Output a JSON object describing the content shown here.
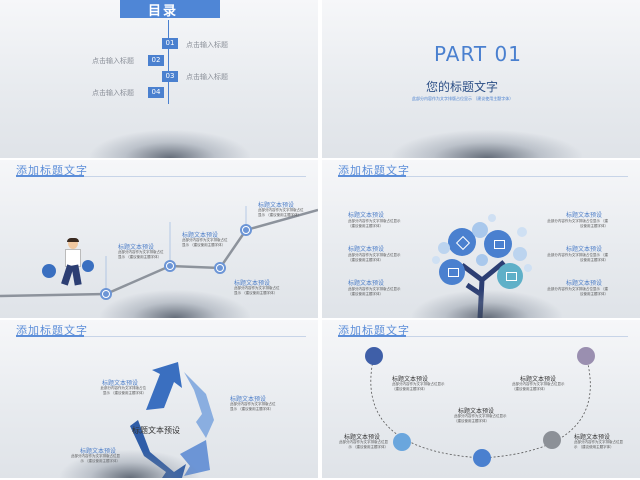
{
  "slide1": {
    "title": "目录",
    "items": [
      {
        "num": "01",
        "label": "点击输入标题"
      },
      {
        "num": "02",
        "label": "点击输入标题"
      },
      {
        "num": "03",
        "label": "点击输入标题"
      },
      {
        "num": "04",
        "label": "点击输入标题"
      }
    ]
  },
  "slide2": {
    "part": "PART 01",
    "heading": "您的标题文字",
    "desc": "此部分内容作为文字排版占位显示 （建议使用主题字体）"
  },
  "slide3": {
    "title": "添加标题文字",
    "points": [
      {
        "label": "标题文本预设",
        "desc": "此部分内容作为文字排版占位显示 （建议使用主题字体）"
      },
      {
        "label": "标题文本预设",
        "desc": "此部分内容作为文字排版占位显示 （建议使用主题字体）"
      },
      {
        "label": "标题文本预设",
        "desc": "此部分内容作为文字排版占位显示 （建议使用主题字体）"
      },
      {
        "label": "标题文本预设",
        "desc": "此部分内容作为文字排版占位显示 （建议使用主题字体）"
      }
    ]
  },
  "slide4": {
    "title": "添加标题文字",
    "left": [
      {
        "label": "标题文本预设",
        "desc": "此部分内容作为文字排版占位显示 （建议使用主题字体）"
      },
      {
        "label": "标题文本预设",
        "desc": "此部分内容作为文字排版占位显示 （建议使用主题字体）"
      },
      {
        "label": "标题文本预设",
        "desc": "此部分内容作为文字排版占位显示 （建议使用主题字体）"
      }
    ],
    "right": [
      {
        "label": "标题文本预设",
        "desc": "此部分内容作为文字排版占位显示 （建议使用主题字体）"
      },
      {
        "label": "标题文本预设",
        "desc": "此部分内容作为文字排版占位显示 （建议使用主题字体）"
      },
      {
        "label": "标题文本预设",
        "desc": "此部分内容作为文字排版占位显示 （建议使用主题字体）"
      }
    ]
  },
  "slide5": {
    "title": "添加标题文字",
    "center": "标题文本预设",
    "points": [
      {
        "label": "标题文本预设",
        "desc": "此部分内容作为文字排版占位显示 （建议使用主题字体）"
      },
      {
        "label": "标题文本预设",
        "desc": "此部分内容作为文字排版占位显示 （建议使用主题字体）"
      },
      {
        "label": "标题文本预设",
        "desc": "此部分内容作为文字排版占位显示 （建议使用主题字体）"
      }
    ]
  },
  "slide6": {
    "title": "添加标题文字",
    "points": [
      {
        "label": "标题文本预设",
        "desc": "此部分内容作为文字排版占位显示 （建议使用主题字体）"
      },
      {
        "label": "标题文本预设",
        "desc": "此部分内容作为文字排版占位显示 （建议使用主题字体）"
      },
      {
        "label": "标题文本预设",
        "desc": "此部分内容作为文字排版占位显示 （建议使用主题字体）"
      },
      {
        "label": "标题文本预设",
        "desc": "此部分内容作为文字排版占位显示 （建议使用主题字体）"
      },
      {
        "label": "标题文本预设",
        "desc": "此部分内容作为文字排版占位显示 （建议使用主题字体）"
      }
    ]
  },
  "colors": {
    "accent": "#4a80cf",
    "accent_light": "#5c8ed9",
    "dark_blue": "#2c4f86"
  }
}
